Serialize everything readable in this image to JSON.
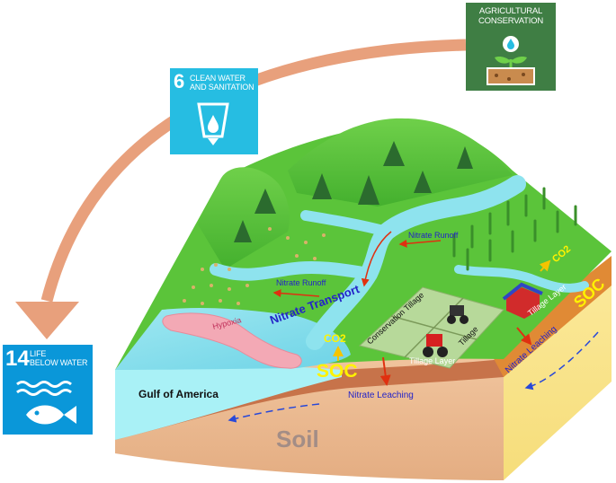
{
  "colors": {
    "sdg6": "#26bde2",
    "sdg14": "#0a97d9",
    "agri": "#3f7e44",
    "arrow": "#e8a07c",
    "grass": "#5bc43a",
    "water": "#8ee3ee",
    "soil": "#e9b88f",
    "soil_dark": "#c7734a",
    "soc": "#fff200",
    "nitrate_text": "#2323c8",
    "runoff_arrow": "#e03010"
  },
  "badges": {
    "sdg6": {
      "number": "6",
      "line1": "CLEAN WATER",
      "line2": "AND SANITATION",
      "icon": "water-glass-icon"
    },
    "sdg14": {
      "number": "14",
      "line1": "LIFE",
      "line2": "BELOW WATER",
      "icon": "fish-waves-icon"
    },
    "agri": {
      "line1": "AGRICULTURAL",
      "line2": "CONSERVATION",
      "icon": "plant-droplet-icon"
    }
  },
  "labels": {
    "hypoxia": "Hypoxia",
    "nitrate_runoff_left": "Nitrate Runoff",
    "nitrate_runoff_right": "Nitrate Runoff",
    "nitrate_transport": "Nitrate Transport",
    "conservation_tillage": "Conservation Tillage",
    "tillage": "Tillage",
    "co2_center": "CO2",
    "co2_right": "CO2",
    "soc_center": "SOC",
    "soc_right": "SOC",
    "tillage_layer_center": "Tillage Layer",
    "tillage_layer_right": "Tillage Layer",
    "nitrate_leaching_center": "Nitrate Leaching",
    "nitrate_leaching_right": "Nitrate Leaching",
    "gulf": "Gulf of America",
    "soil": "Soil"
  }
}
